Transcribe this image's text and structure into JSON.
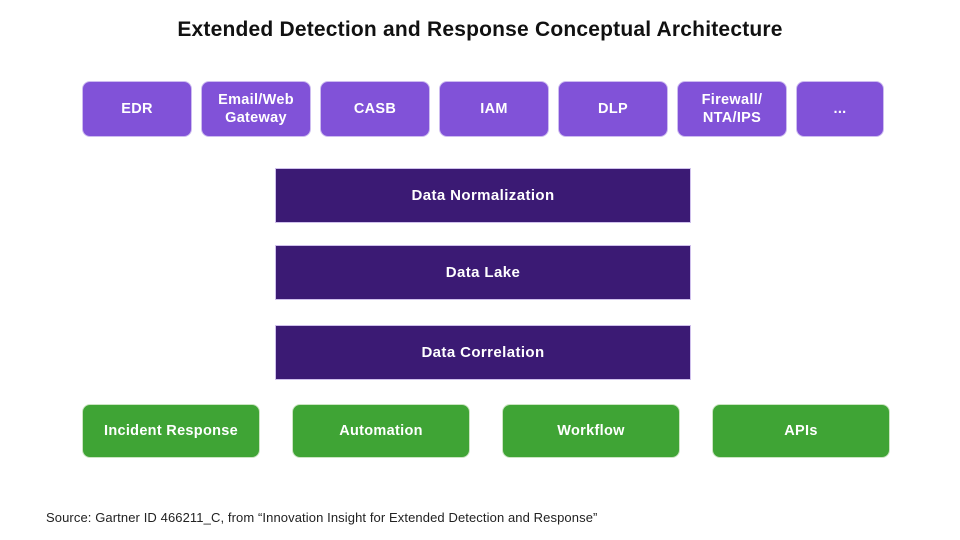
{
  "title": "Extended Detection and Response Conceptual Architecture",
  "colors": {
    "purple": "#8152d8",
    "dark_purple": "#3b1a74",
    "green": "#3fa435",
    "text_on_fill": "#ffffff",
    "title_color": "#111111",
    "footer_color": "#222222"
  },
  "sources": {
    "items": [
      {
        "label": "EDR"
      },
      {
        "label": "Email/Web\nGateway"
      },
      {
        "label": "CASB"
      },
      {
        "label": "IAM"
      },
      {
        "label": "DLP"
      },
      {
        "label": "Firewall/\nNTA/IPS"
      },
      {
        "label": "..."
      }
    ]
  },
  "pipeline": {
    "items": [
      {
        "label": "Data Normalization"
      },
      {
        "label": "Data Lake"
      },
      {
        "label": "Data Correlation"
      }
    ]
  },
  "capabilities": {
    "items": [
      {
        "label": "Incident Response"
      },
      {
        "label": "Automation"
      },
      {
        "label": "Workflow"
      },
      {
        "label": "APIs"
      }
    ]
  },
  "footer": {
    "text": "Source: Gartner ID 466211_C, from “Innovation Insight for Extended Detection and Response”"
  }
}
